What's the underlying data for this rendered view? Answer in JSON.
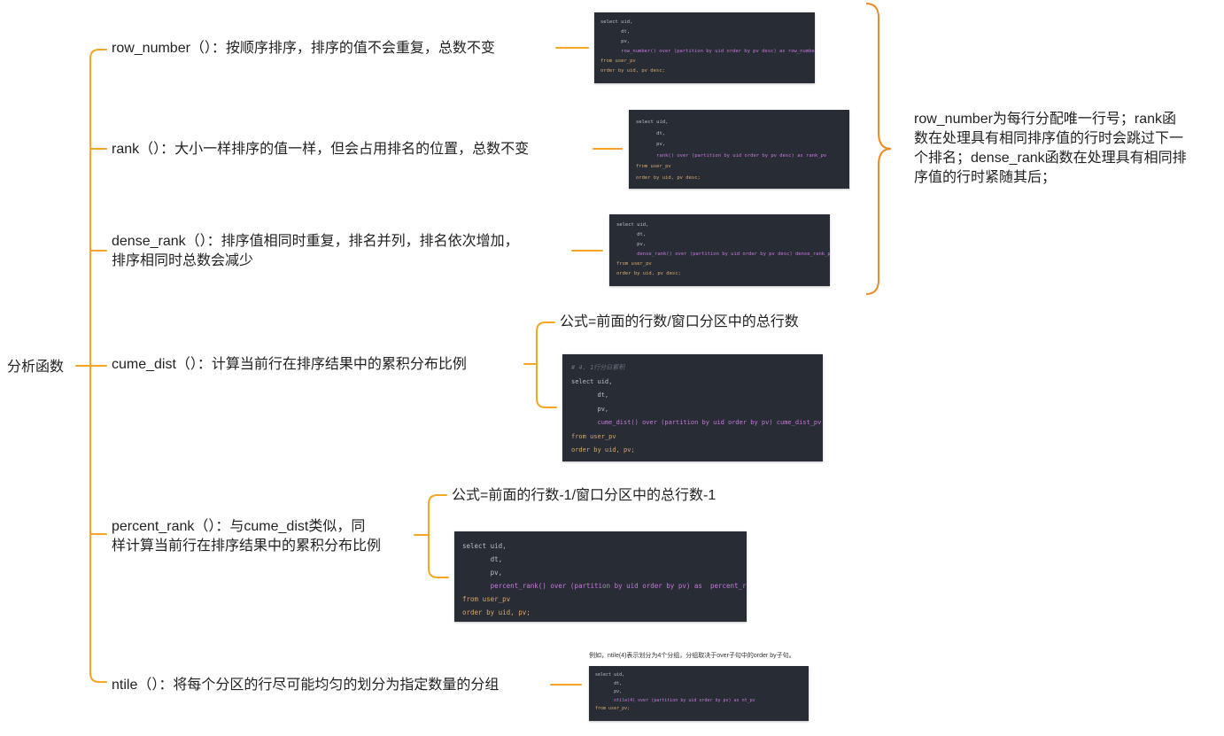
{
  "root": {
    "label": "分析函数"
  },
  "branches": [
    {
      "id": "row_number",
      "text": "row_number（）：按顺序排序，排序的值不会重复，总数不变"
    },
    {
      "id": "rank",
      "text": "rank（）：大小一样排序的值一样，但会占用排名的位置，总数不变"
    },
    {
      "id": "dense_rank",
      "text": "dense_rank（）：排序值相同时重复，排名并列，排名依次增加，\n排序相同时总数会减少"
    },
    {
      "id": "cume_dist",
      "text": "cume_dist（）：计算当前行在排序结果中的累积分布比例"
    },
    {
      "id": "percent_rank",
      "text": "percent_rank（）：与cume_dist类似，同\n样计算当前行在排序结果中的累积分布比例"
    },
    {
      "id": "ntile",
      "text": "ntile（）：将每个分区的行尽可能均匀的划分为指定数量的分组"
    }
  ],
  "formulas": {
    "cume_dist": "公式=前面的行数/窗口分区中的总行数",
    "percent_rank": "公式=前面的行数-1/窗口分区中的总行数-1"
  },
  "summary": "row_number为每行分配唯一行号；rank函数在处理具有相同排序值的行时会跳过下一个排名；dense_rank函数在处理具有相同排序值的行时紧随其后；",
  "ntile_note": "例如，ntile(4)表示划分为4个分组，分组取决于over子句中的order by子句。",
  "code": {
    "row_number": [
      "select uid,",
      "       dt,",
      "       pv,",
      "       row_number() over (partition by uid order by pv desc) as row_number_pv",
      "from user_pv",
      "order by uid, pv desc;"
    ],
    "rank": [
      "select uid,",
      "       dt,",
      "       pv,",
      "       rank() over (partition by uid order by pv desc) as rank_pv",
      "from user_pv",
      "order by uid, pv desc;"
    ],
    "dense_rank": [
      "select uid,",
      "       dt,",
      "       pv,",
      "       dense_rank() over (partition by uid order by pv desc) dense_rank_pv",
      "from user_pv",
      "order by uid, pv desc;"
    ],
    "cume_dist": [
      "# 4. 1行分日累积",
      "select uid,",
      "       dt,",
      "       pv,",
      "       cume_dist() over (partition by uid order by pv) cume_dist_pv",
      "from user_pv",
      "order by uid, pv;"
    ],
    "percent_rank": [
      "select uid,",
      "       dt,",
      "       pv,",
      "       percent_rank() over (partition by uid order by pv) as  percent_rank_uv",
      "from user_pv",
      "order by uid, pv;"
    ],
    "ntile": [
      "select uid,",
      "       dt,",
      "       pv,",
      "       ntile(4) over (partition by uid order by pv) as nt_pv",
      "from user_pv;"
    ]
  },
  "colors": {
    "connector": "#f5a623",
    "bracket": "#f08a24",
    "code_bg": "#282c34"
  }
}
